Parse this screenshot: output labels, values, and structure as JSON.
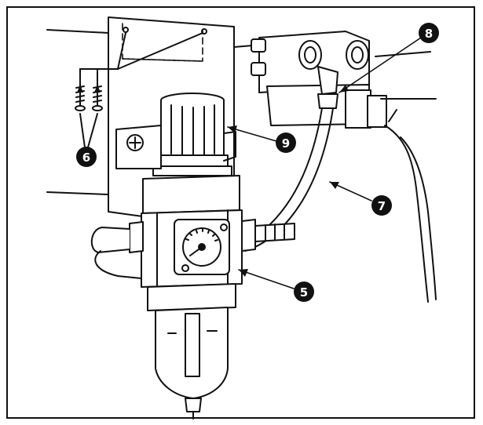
{
  "figure": {
    "callouts": [
      {
        "id": "c5",
        "label": "❺"
      },
      {
        "id": "c6",
        "label": "❻"
      },
      {
        "id": "c7",
        "label": "❼"
      },
      {
        "id": "c8",
        "label": "❽"
      },
      {
        "id": "c9",
        "label": "❾"
      }
    ],
    "colors": {
      "line": "#111111",
      "fill": "#ffffff",
      "shade": "#e6e6e6"
    }
  }
}
